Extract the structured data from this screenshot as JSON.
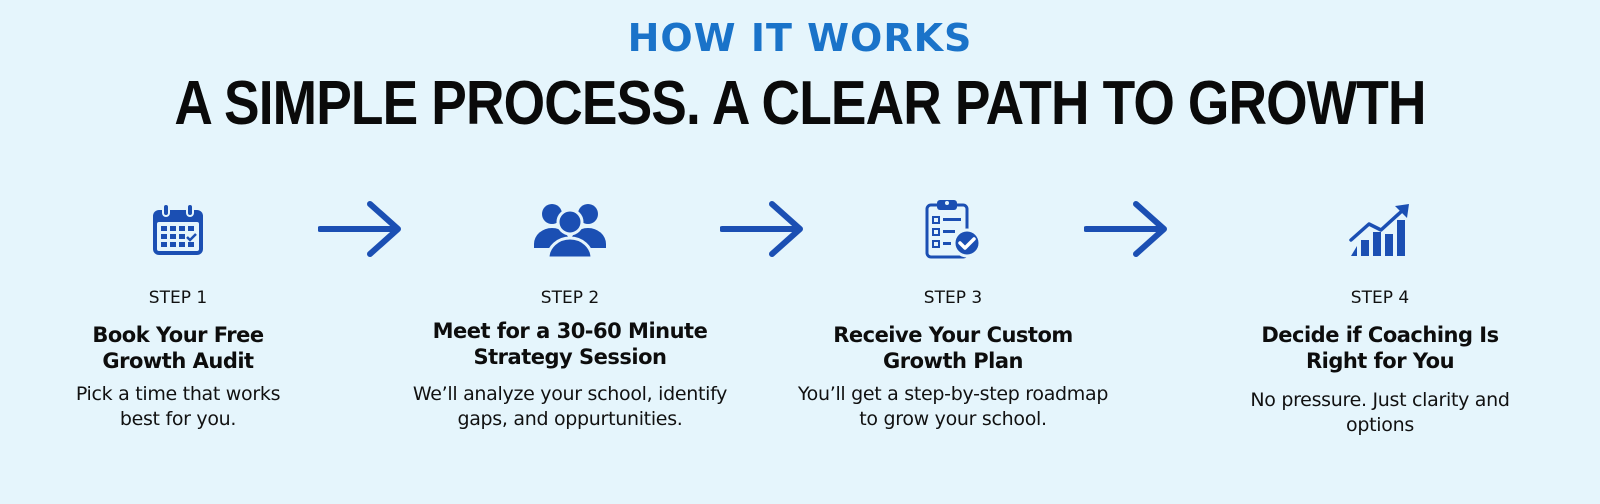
{
  "header": {
    "eyebrow": "HOW IT WORKS",
    "headline": "A SIMPLE PROCESS. A CLEAR PATH TO GROWTH"
  },
  "colors": {
    "accent": "#1a73c9",
    "icon": "#1b4fb3",
    "background": "#e5f5fc"
  },
  "steps": [
    {
      "icon": "calendar-icon",
      "label": "STEP 1",
      "title_line1": "Book Your Free",
      "title_line2": "Growth Audit",
      "desc_line1": "Pick a time that works",
      "desc_line2": "best for you."
    },
    {
      "icon": "people-icon",
      "label": "STEP 2",
      "title_line1": "Meet for a 30-60 Minute",
      "title_line2": "Strategy Session",
      "desc_line1": "We’ll analyze your school, identify",
      "desc_line2": "gaps, and oppurtunities."
    },
    {
      "icon": "checklist-icon",
      "label": "STEP 3",
      "title_line1": "Receive Your Custom",
      "title_line2": "Growth Plan",
      "desc_line1": "You’ll get a step-by-step roadmap",
      "desc_line2": "to grow your school."
    },
    {
      "icon": "growth-chart-icon",
      "label": "STEP 4",
      "title_line1": "Decide if Coaching Is",
      "title_line2": "Right for You",
      "desc_line1": "No pressure. Just clarity and",
      "desc_line2": "options"
    }
  ]
}
